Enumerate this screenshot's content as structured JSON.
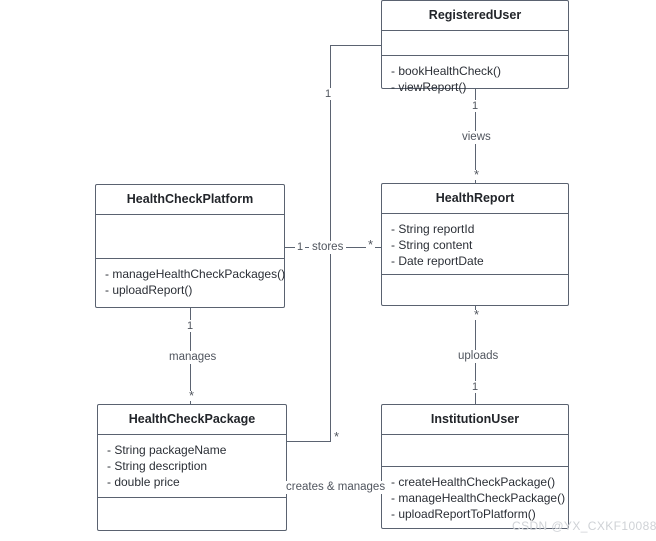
{
  "diagram": {
    "type": "uml-class-diagram",
    "classes": [
      {
        "id": "registered-user",
        "name": "RegisteredUser",
        "attributes": [],
        "methods": [
          "- bookHealthCheck()",
          "- viewReport()"
        ]
      },
      {
        "id": "health-check-platform",
        "name": "HealthCheckPlatform",
        "attributes": [],
        "methods": [
          "- manageHealthCheckPackages()",
          "- uploadReport()"
        ]
      },
      {
        "id": "health-report",
        "name": "HealthReport",
        "attributes": [
          "- String reportId",
          "- String content",
          "- Date reportDate"
        ],
        "methods": []
      },
      {
        "id": "health-check-package",
        "name": "HealthCheckPackage",
        "attributes": [
          "- String packageName",
          "- String description",
          "- double price"
        ],
        "methods": []
      },
      {
        "id": "institution-user",
        "name": "InstitutionUser",
        "attributes": [],
        "methods": [
          "- createHealthCheckPackage()",
          "- manageHealthCheckPackage()",
          "- uploadReportToPlatform()"
        ]
      }
    ],
    "relationships": [
      {
        "id": "views",
        "label": "views",
        "from": "RegisteredUser",
        "to": "HealthReport",
        "source_multiplicity": "1",
        "target_multiplicity": "*"
      },
      {
        "id": "stores",
        "label": "stores",
        "from": "HealthCheckPlatform",
        "to": "HealthReport",
        "source_multiplicity": "1",
        "target_multiplicity": "*"
      },
      {
        "id": "manages",
        "label": "manages",
        "from": "HealthCheckPlatform",
        "to": "HealthCheckPackage",
        "source_multiplicity": "1",
        "target_multiplicity": "*"
      },
      {
        "id": "uploads",
        "label": "uploads",
        "from": "InstitutionUser",
        "to": "HealthReport",
        "source_multiplicity": "1",
        "target_multiplicity": "*"
      },
      {
        "id": "creates-manages",
        "label": "creates & manages",
        "from": "RegisteredUser",
        "to": "HealthCheckPackage",
        "source_multiplicity": "1",
        "target_multiplicity": "*"
      }
    ]
  },
  "watermark": {
    "text": "CSDN @YX_CXKF10088"
  }
}
